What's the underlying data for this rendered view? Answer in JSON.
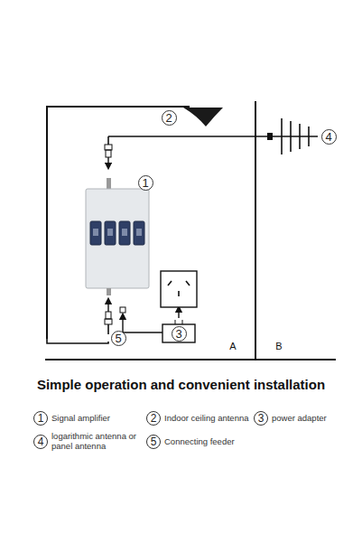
{
  "diagram": {
    "title": "Simple operation and convenient installation",
    "labels": [
      "1",
      "2",
      "3",
      "4",
      "5",
      "A",
      "B",
      "1",
      "Signal amplifier",
      "2",
      "Indoor ceiling antenna",
      "3",
      "power adapter",
      "4",
      "logarithmic antenna or panel antenna",
      "5",
      "Connecting feeder"
    ]
  }
}
